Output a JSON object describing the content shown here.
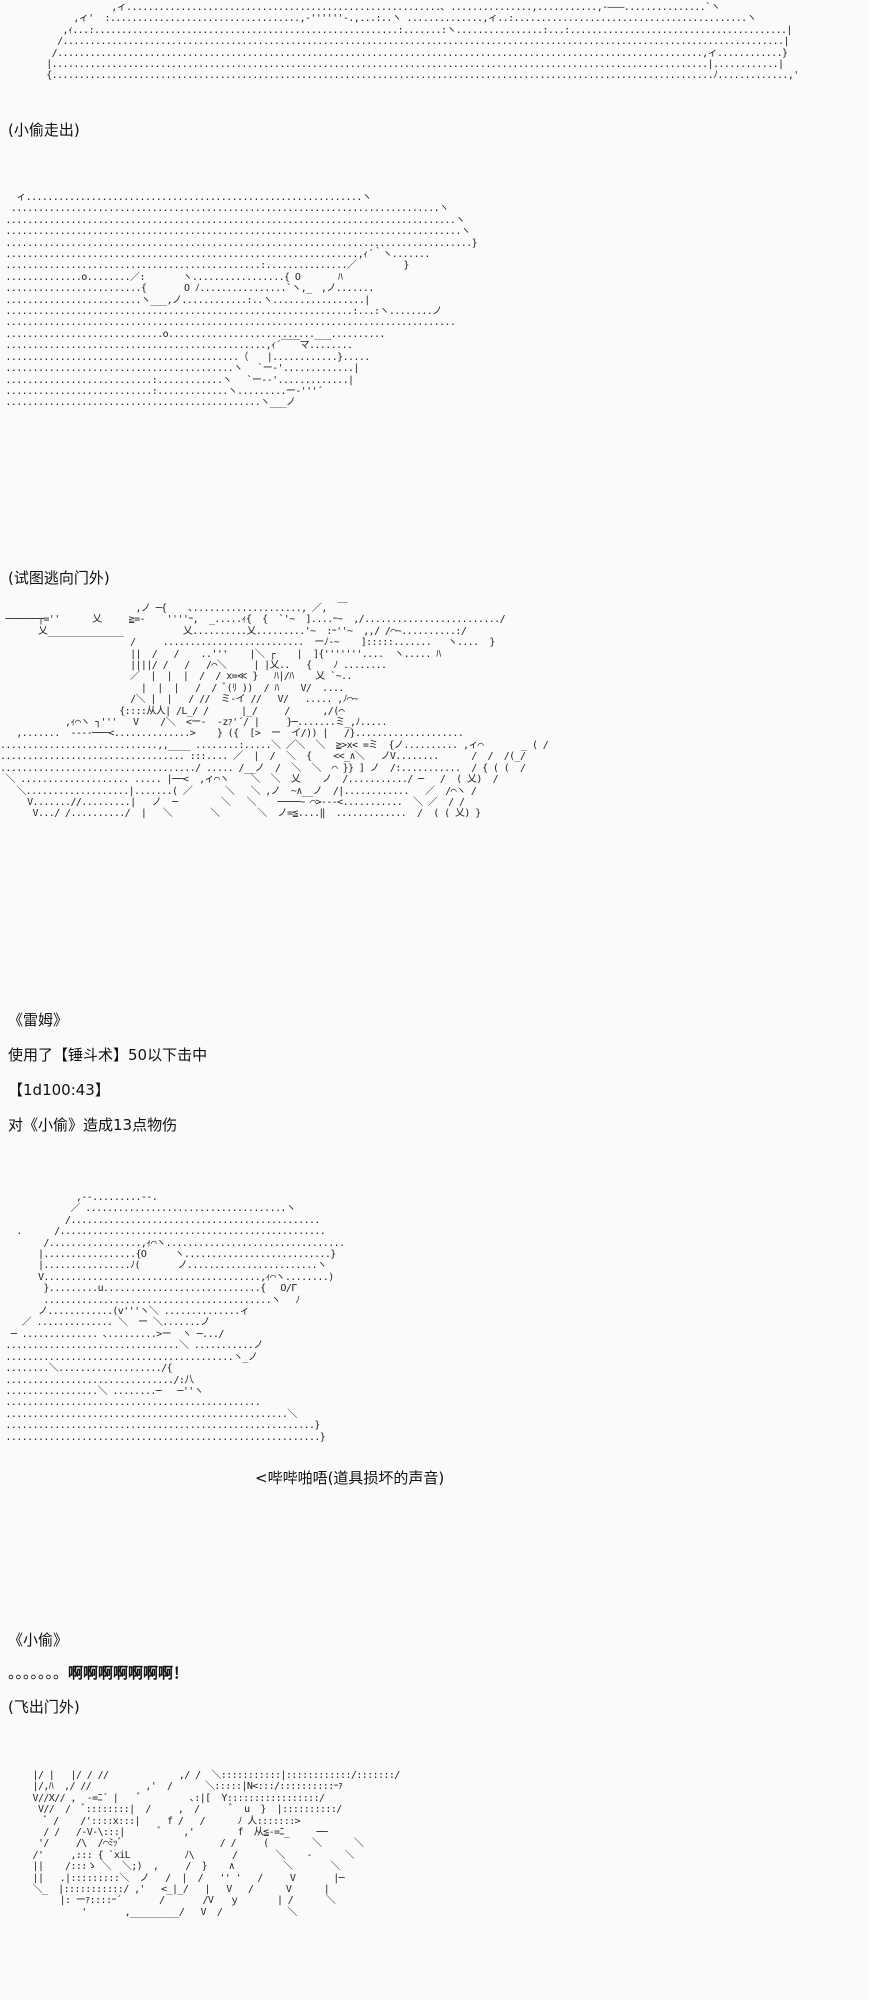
{
  "panels": [
    {
      "id": "pillow",
      "art": "               ,ィ..........................................................､ ...............,...........,-―――...............`ヽ\n        ,ィ'  :...................................,-''''''-.,...:..ヽ ..............,ィ..:...........................................ヽ\n      ,ｨ...:........................................................:.......:ヽ................:...:........................................|\n     /.....................................................................................................................................|\n    /.......................................................................................................................,ィ............}\n   |.........................................................................................................................|............|\n   {..........................................................................................................................ﾉ.............,'"
    },
    {
      "id": "face1",
      "art": "   ィ..............................................................ヽ\n  ...............................................................................ヽ\n ...................................................................................ヽ\n ....................................................................................ヽ\n ......................................................................................}\n .................................................................,ｨ´｀ヽ.......\n ...............................................:...............／　　　　　}\n ..............o........／:　　　　ヽ.................{ O　　　　ﾊ\n .........................{　　　　O ﾉ................`ヽ,_　,ノ.......\n .........................ヽ___,ノ............:..ヽ.................|\n ................................................................:...:ヽ........ノ\n ...................................................................................\n .............................o...........................___..........\n ................................................,ｨ´￣￣マ........\n ...........................................（　　|............}.....\n ..........................................ヽ　 `ー-'.............|\n ...........................:............ヽ　 `ー-‐'.............|\n ...........................:.............ヽ.........ー‐'''´\n ...............................................ヽ___ノ"
    },
    {
      "id": "action",
      "art": "                         ,ノ ─{    ､...................., ／,  ￣\n ──────┬=''      乂     ≧=-    ''''ｰ,  _.....ｨ{  {  `'~  ]....ｰ~  ,/........................./\n       乂______________           乂..........乂.........'~  :ｰ''~  ,,/ /⌒~..........:/\n                        /     ..........................  ーﾉ‐~    ]:::::.......   ヽ....  }\n                        ||  /   /    ..'''    |＼ ┌    |  ]{'''''''....  ヽ..... ﾊ\n                        ||||/ /   /   /⌒＼     | |乂..   {    ﾉ ........\n                        ／  |  |  |  /  / x=≪ }   ﾊ|/ﾊ    乂 `~..\n                          |  |  |   /  / ﾞ(ﾘ ))  / ﾊ    V/  ....\n                        /＼ |  |   / //  ミ-イ //   V/   ..... ,ﾉ⌒~\n                      {::::从人| /L_/ /      |_/     /      ,/(⌒\n            ,ｨ⌒ヽ ┐'''   V    /＼  <ー-  -zｧ'´/ |     }─.......ミ_,ﾉ.....\n   ,.......  ----───<..............>    } ({  [>  ー  イ/)) |   /}....................\n.............................,,____ ........:.....＼ ／＼  ＼  ≧>x< =ミ  {ノ.......... ,ィ⌒       _ ( /\n.................................. :::.... ／  |  /  ＼  {    <<_∧＼   ノV........      /  /  /(_/\n..................................../ ..... /__ノ  /  ＼  ＼  ⌒ }} ] ノ  /:...........  / { ( (  /\n ＼ .................... ..... |──<  ,ィ⌒ヽ    ＼  ＼  乂    ノ  /.........../ ─   /  ( 乂)  /\n   ＼...................|.......( ／      ＼   ＼ ,ノ  ~∧__ノ  /|............   ／  /⌒ヽ /\n     V.......//.........|   ノ  ─        ＼   ＼    ────~ ⌒>‐‐‐<...........  ＼ ／  / /\n      V.../ /........../  |   ＼       ＼       ＼  ノ=≦....‖  .............  /  ( ( 乂) }"
    },
    {
      "id": "face2",
      "art": "              ,-‐.........‐-.\n             ／ .....................................ヽ\n            /..............................................\n   .      /.................................................\n        /.................,ｨ⌒ヽ.................................\n       |.................{O　　　ヽ...........................}\n       |................ﾉ(　　　　ノ........................ヽ\n       V........................................,ｨ⌒ヽ........)\n        }.........u.............................{　 O/Г\n        ..........................................ヽ　 ﾉ\n       ノ............(v'''ヽ＼ ..............ィ\n    ／ .............. ＼  ー ＼.......ノ\n  ─ .............. ､.........>ー  ヽ ─.../\n ................................＼ ...........ノ\n ..........................................ヽ_ノ\n ........＼.................../{\n .............................../:八\n .................＼ ........─   ─''ヽ\n ...............................................\n ....................................................＼\n .........................................................}\n ..........................................................}"
    },
    {
      "id": "flying",
      "art": "      |/ |   |/ / //             ,/ /  ＼:::::::::::|::::::::::::/:::::::/\n      |/,ﾊ  ,/ //          ,'  /      ＼:::::|N<:::/::::::::::ｰｧ\n      V//X// ,  -=ﾆ´ |    ﾞ         ､:|[  Y:::::::::::::::::/\n       V//  /  ﾞ::::::::|  /     ,  /      ﾞ  u  }  |::::::::::/\n        ﾞ /    /'::::x:::|     f /   /      ﾉ 人:::::::>\n        / /   /-V-\\:::|      ﾞ    ,'        f  从≦-=ﾆ_     ──\n       '/     /\\  /⌒ﾐｯﾞ                  / /     (        ＼      ＼\n      /'     ,::: { `xiL          ﾉ\\       /       ＼    -      ＼\n      ||    /:::ゝ ＼  ＼;)  ,     /  }    ∧         ＼       ＼\n      ||   .|:::::::::＼  ノ   /  |  /   '' '   /     V       |─\n      ＼_  |:::::::::::/ ,'   <_|_/   |   V   /      V      |\n           |: ーｧ::::ｰ´       /       /V   ｙ       | /      ＼\n               '       ,_________/   V  /            ＼"
    }
  ],
  "narration": {
    "thief_exits": "(小偷走出)",
    "try_escape": "(试图逃向门外)",
    "rem_name": "《雷姆》",
    "skill_used": "使用了【锤斗术】50以下击中",
    "dice_roll": "【1d100:43】",
    "damage": "对《小偷》造成13点物伤",
    "sound_effect": "<哔哔啪唔(道具损坏的声音)",
    "thief_name": "《小偷》",
    "scream_dots": "。。。。。。。",
    "scream": "啊啊啊啊啊啊啊！",
    "fly_out": "(飞出门外)"
  }
}
